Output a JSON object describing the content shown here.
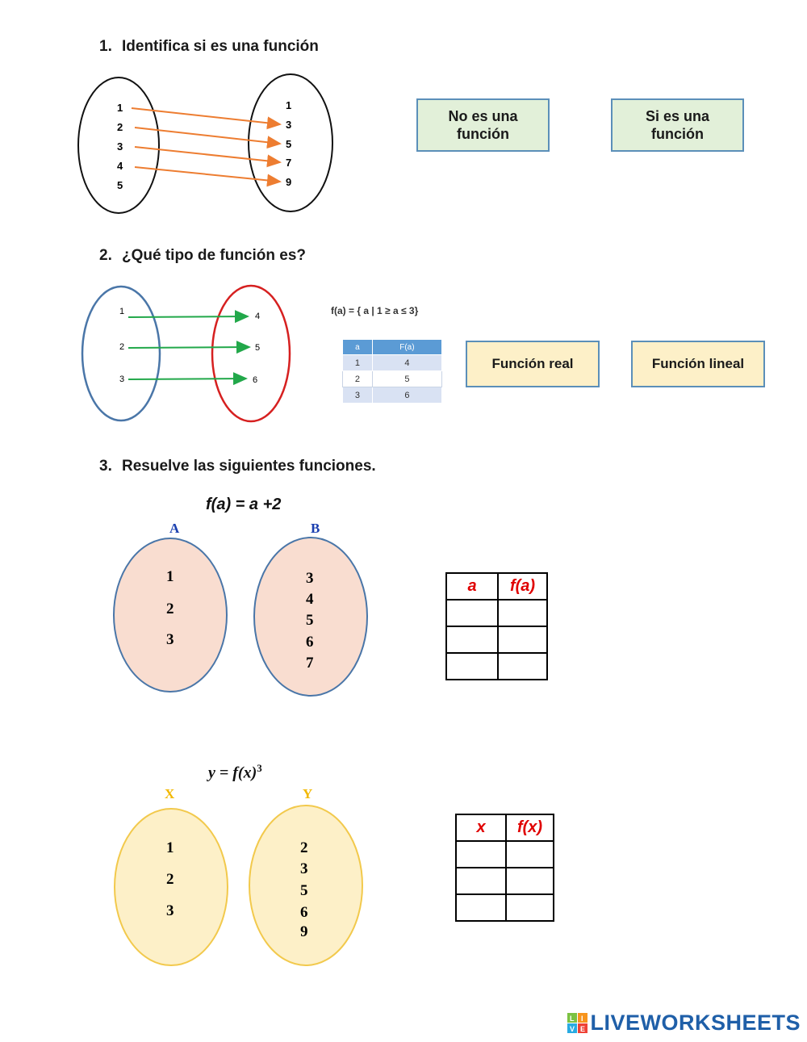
{
  "q1": {
    "number": "1.",
    "title": "Identifica si es una función",
    "domain": [
      "1",
      "2",
      "3",
      "4",
      "5"
    ],
    "codomain": [
      "1",
      "3",
      "5",
      "7",
      "9"
    ],
    "option_a": "No es una función",
    "option_b": "Si es una función"
  },
  "q2": {
    "number": "2.",
    "title": "¿Qué tipo de función es?",
    "domain": [
      "1",
      "2",
      "3"
    ],
    "codomain": [
      "4",
      "5",
      "6"
    ],
    "set_notation": "f(a) = { a |  1 ≥ a ≤ 3}",
    "mini_table": {
      "headers": [
        "a",
        "F(a)"
      ],
      "rows": [
        [
          "1",
          "4"
        ],
        [
          "2",
          "5"
        ],
        [
          "3",
          "6"
        ]
      ]
    },
    "option_a": "Función real",
    "option_b": "Función lineal"
  },
  "q3": {
    "number": "3.",
    "title": "Resuelve las siguientes funciones.",
    "part1": {
      "formula": "f(a) = a +2",
      "set_a_label": "A",
      "set_b_label": "B",
      "set_a": [
        "1",
        "2",
        "3"
      ],
      "set_b": [
        "3",
        "4",
        "5",
        "6",
        "7"
      ],
      "table_headers": [
        "a",
        "f(a)"
      ]
    },
    "part2": {
      "formula": "y = f(x)",
      "exponent": "3",
      "set_x_label": "X",
      "set_y_label": "Y",
      "set_x": [
        "1",
        "2",
        "3"
      ],
      "set_y": [
        "2",
        "3",
        "5",
        "6",
        "9"
      ],
      "table_headers": [
        "x",
        "f(x)"
      ]
    }
  },
  "brand": {
    "name": "LIVEWORKSHEETS",
    "icon_letters": [
      "L",
      "I",
      "V",
      "E"
    ]
  },
  "colors": {
    "orange_arrow": "#ed7d31",
    "green_arrow": "#22a84a",
    "blue_ellipse": "#4a76a8",
    "red_ellipse": "#d62020",
    "label_blue": "#1a3fb0",
    "label_gold": "#f2b800",
    "pink_fill": "#f9ddd0",
    "yellow_fill": "#fdf0c8"
  }
}
